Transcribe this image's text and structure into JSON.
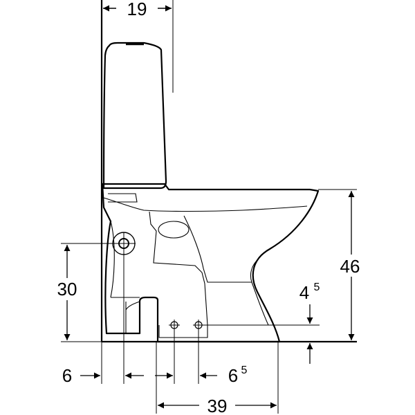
{
  "dimensions": {
    "top_width": "19",
    "overall_height": "46",
    "inlet_height": "30",
    "wall_offset": "6",
    "outlet_spacing": "6",
    "outlet_spacing_sup": "5",
    "floor_clearance": "4",
    "floor_clearance_sup": "5",
    "outlet_distance": "39"
  }
}
